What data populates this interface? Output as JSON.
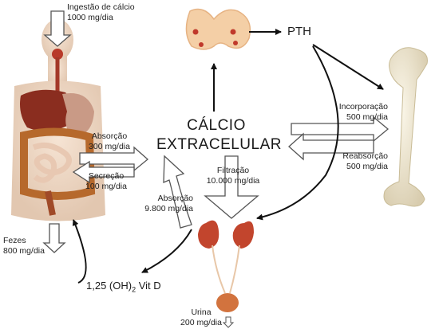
{
  "diagram": {
    "center_line1": "CÁLCIO",
    "center_line2": "EXTRACELULAR",
    "pth": "PTH",
    "intake": {
      "line1": "Ingestão de cálcio",
      "line2": "1000 mg/dia"
    },
    "absorption_gut": {
      "line1": "Absorção",
      "line2": "300 mg/dia"
    },
    "secretion": {
      "line1": "Secreção",
      "line2": "100 mg/dia"
    },
    "feces": {
      "line1": "Fezes",
      "line2": "800 mg/dia"
    },
    "incorporation": {
      "line1": "Incorporação",
      "line2": "500 mg/dia"
    },
    "resorption": {
      "line1": "Reabsorção",
      "line2": "500 mg/dia"
    },
    "filtration": {
      "line1": "Filtração",
      "line2": "10.000 mg/dia"
    },
    "absorption_kidney": {
      "line1": "Absorção",
      "line2": "9.800 mg/dia"
    },
    "vitd": {
      "prefix": "1,25 (OH)",
      "sub": "2",
      "suffix": " Vit D"
    },
    "urine": {
      "line1": "Urina",
      "line2": "200 mg/dia"
    }
  }
}
